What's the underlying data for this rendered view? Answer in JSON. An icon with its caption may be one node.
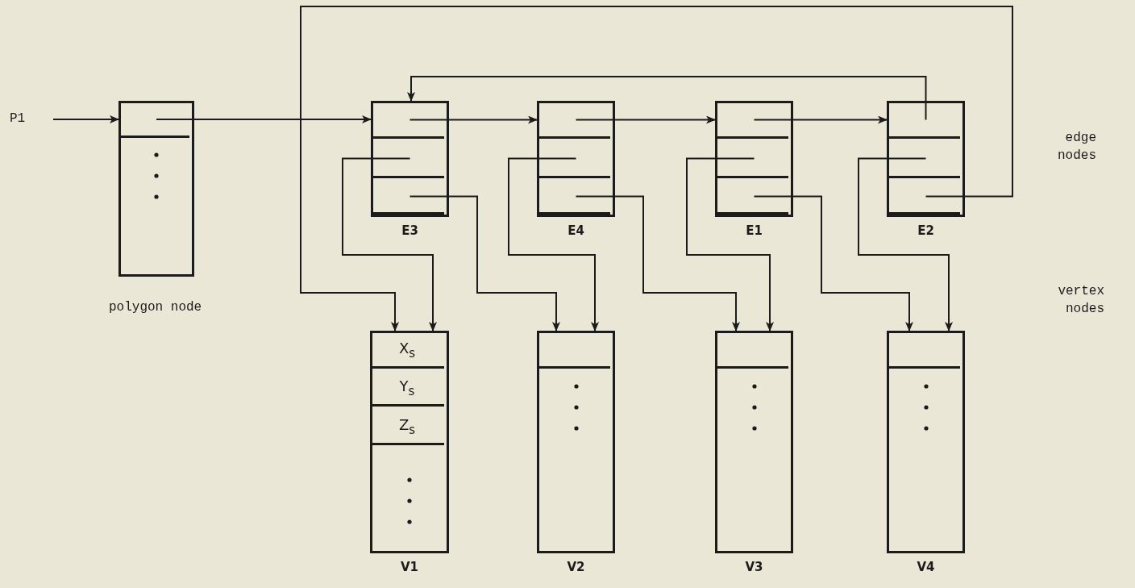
{
  "diagram": {
    "nodes": [
      {
        "text": [
          "P1"
        ]
      },
      {
        "text": [],
        "shape": "box",
        "beside": [
          "polygon node"
        ]
      },
      {
        "text": [],
        "shape": "box",
        "in": 1
      },
      {
        "text": [],
        "shape": "box",
        "beside": [
          "E3"
        ]
      },
      {
        "text": [],
        "shape": "box",
        "in": 3
      },
      {
        "text": [],
        "shape": "box",
        "in": 3
      },
      {
        "text": [],
        "shape": "box",
        "in": 3
      },
      {
        "text": [],
        "shape": "box",
        "beside": [
          "E4"
        ]
      },
      {
        "text": [],
        "shape": "box",
        "in": 7
      },
      {
        "text": [],
        "shape": "box",
        "in": 7
      },
      {
        "text": [],
        "shape": "box",
        "in": 7
      },
      {
        "text": [],
        "shape": "box",
        "beside": [
          "E1"
        ]
      },
      {
        "text": [],
        "shape": "box",
        "in": 11
      },
      {
        "text": [],
        "shape": "box",
        "in": 11
      },
      {
        "text": [],
        "shape": "box",
        "in": 11
      },
      {
        "text": [],
        "shape": "box",
        "beside": [
          "E2"
        ]
      },
      {
        "text": [],
        "shape": "box",
        "in": 15
      },
      {
        "text": [],
        "shape": "box",
        "in": 15
      },
      {
        "text": [],
        "shape": "box",
        "in": 15
      },
      {
        "text": [],
        "shape": "box",
        "beside": [
          "V1"
        ]
      },
      {
        "text": [
          "X$_{s}$"
        ],
        "in": 19
      },
      {
        "text": [
          "Y$_{s}$"
        ],
        "in": 19
      },
      {
        "text": [
          "Z$_{s}$"
        ],
        "in": 19
      },
      {
        "text": [],
        "shape": "box",
        "beside": [
          "V2"
        ]
      },
      {
        "text": [],
        "shape": "box",
        "in": 23
      },
      {
        "text": [],
        "shape": "box",
        "beside": [
          "V3"
        ]
      },
      {
        "text": [],
        "shape": "box",
        "in": 25
      },
      {
        "text": [],
        "shape": "box",
        "beside": [
          "V4"
        ]
      },
      {
        "text": [],
        "shape": "box",
        "in": 27
      }
    ],
    "edges": [
      {
        "from": 0,
        "to": 2,
        "arrow": "to"
      },
      {
        "from": 2,
        "to": 4,
        "arrow": "to"
      },
      {
        "from": 4,
        "to": 8,
        "arrow": "to"
      },
      {
        "from": 8,
        "to": 12,
        "arrow": "to"
      },
      {
        "from": 12,
        "to": 16,
        "arrow": "to"
      },
      {
        "from": 16,
        "to": 4,
        "arrow": "to"
      },
      {
        "from": 5,
        "to": 19,
        "arrow": "to"
      },
      {
        "from": 6,
        "to": 23,
        "arrow": "to"
      },
      {
        "from": 9,
        "to": 23,
        "arrow": "to"
      },
      {
        "from": 10,
        "to": 25,
        "arrow": "to"
      },
      {
        "from": 13,
        "to": 25,
        "arrow": "to"
      },
      {
        "from": 14,
        "to": 27,
        "arrow": "to"
      },
      {
        "from": 17,
        "to": 27,
        "arrow": "to"
      },
      {
        "from": 18,
        "to": 19,
        "arrow": "to"
      }
    ],
    "labels": [
      "edge nodes",
      "vertex nodes"
    ]
  }
}
